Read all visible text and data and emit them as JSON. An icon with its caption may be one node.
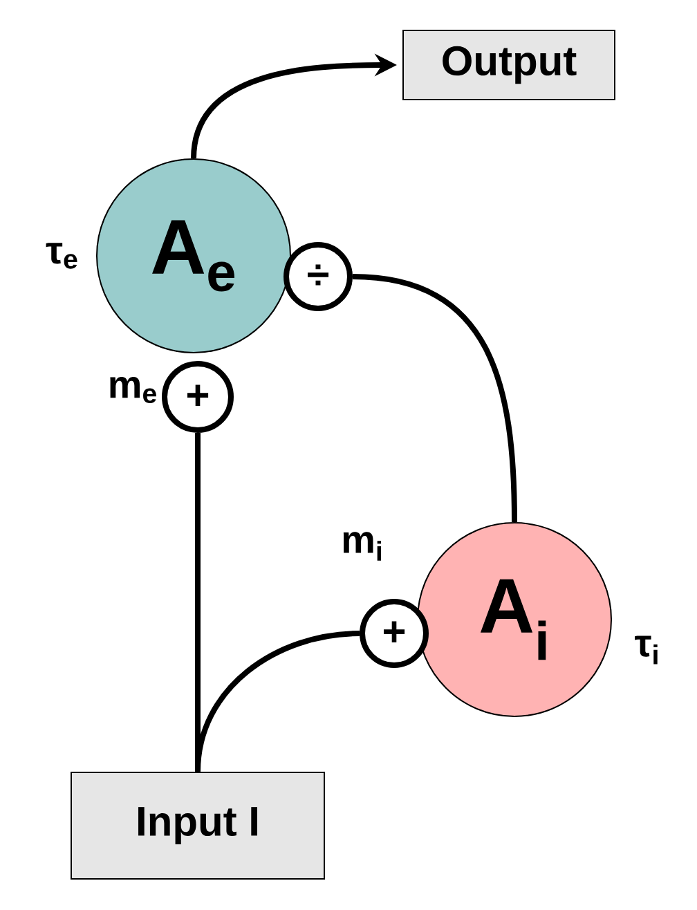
{
  "diagram": {
    "nodes": [
      {
        "text": [
          "Output"
        ]
      },
      {
        "text": [
          "A$_{e}$"
        ],
        "beside": [
          "τ$_{e}$"
        ]
      },
      {
        "text": [
          "÷"
        ]
      },
      {
        "text": [
          "+"
        ],
        "beside": [
          "m$_{e}$"
        ]
      },
      {
        "text": [
          "A$_{i}$"
        ],
        "beside": [
          "τ$_{i}$"
        ]
      },
      {
        "text": [
          "+"
        ],
        "beside": [
          "m$_{i}$"
        ]
      },
      {
        "text": [
          "Input I"
        ]
      }
    ],
    "edges": [
      {
        "from": 1,
        "to": 0,
        "arrow": "to"
      },
      {
        "from": 4,
        "to": 2,
        "arrow": "none"
      },
      {
        "from": 6,
        "to": 3,
        "arrow": "none"
      },
      {
        "from": 6,
        "to": 5,
        "arrow": "none"
      }
    ]
  }
}
